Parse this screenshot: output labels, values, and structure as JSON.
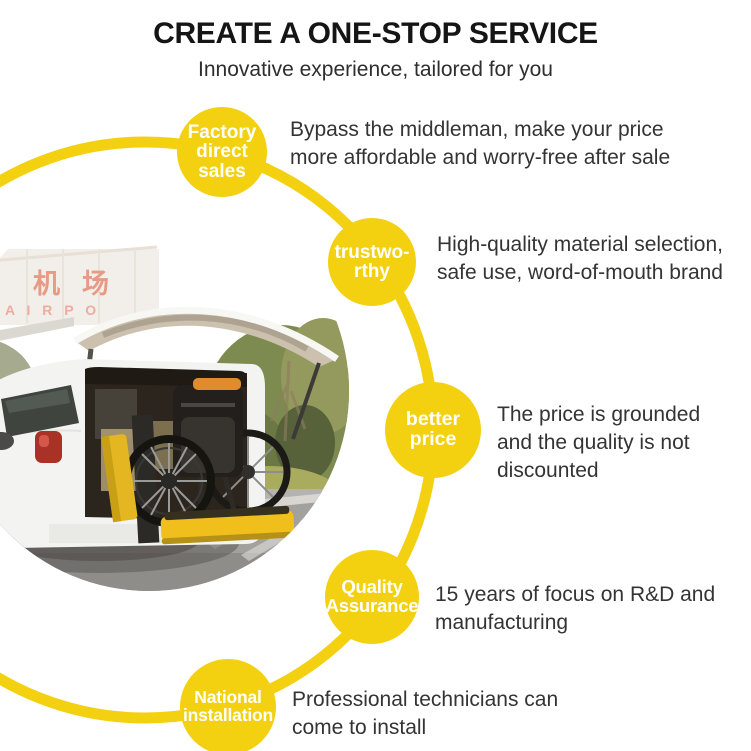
{
  "header": {
    "title": "CREATE A ONE-STOP SERVICE",
    "subtitle": "Innovative experience, tailored for you"
  },
  "features": [
    {
      "id": "factory-direct-sales",
      "label_lines": [
        "Factory",
        "direct",
        "sales"
      ],
      "desc_lines": [
        "Bypass the middleman, make your price",
        "more affordable and worry-free after sale"
      ]
    },
    {
      "id": "trustworthy",
      "label_lines": [
        "trustwo-",
        "rthy"
      ],
      "desc_lines": [
        "High-quality material selection,",
        "safe use, word-of-mouth brand"
      ]
    },
    {
      "id": "better-price",
      "label_lines": [
        "better",
        "price"
      ],
      "desc_lines": [
        "The price is grounded",
        "and the quality is not",
        "discounted"
      ]
    },
    {
      "id": "quality-assurance",
      "label_lines": [
        "Quality",
        "Assurance"
      ],
      "desc_lines": [
        "15 years of focus on R&D and",
        "manufacturing"
      ]
    },
    {
      "id": "national-installation",
      "label_lines": [
        "National",
        "installation"
      ],
      "desc_lines": [
        "Professional technicians can",
        "come to install"
      ]
    }
  ],
  "photo": {
    "building_sign_cn": "机场",
    "building_sign_en": "A I R P O"
  },
  "colors": {
    "accent_yellow": "#F3D111",
    "title_text": "#151515",
    "body_text": "#343434",
    "circle_text": "#FFFFFF"
  }
}
